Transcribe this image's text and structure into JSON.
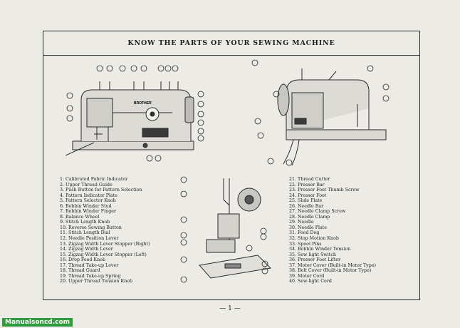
{
  "title": "KNOW THE PARTS OF YOUR SEWING MACHINE",
  "brand_label": "BROTHER",
  "parts_left": [
    "1. Calibrated Fabric Indicator",
    "2. Upper Thread Guide",
    "3. Push Button for Pattern Selection",
    "4. Pattern Indicator Plate",
    "5. Pattern Selector Knob",
    "6. Bobbin Winder Stud",
    "7. Bobbin Winder Finger",
    "8. Balance Wheel",
    "9. Stitch Length Knob",
    "10. Reverse Sewing Button",
    "11. Stitch Length Dial",
    "12. Needle Position Lever",
    "13. Zigzag Width Lever Stopper (Right)",
    "14. Zigzag Width Lever",
    "15. Zigzag Width Lever Stopper (Left)",
    "16. Drop Feed Knob",
    "17. Thread Take-up Lever",
    "18. Thread Guard",
    "19. Thread Take-up Spring",
    "20. Upper Thread Tension Knob"
  ],
  "parts_right": [
    "21. Thread Cutter",
    "22. Presser Bar",
    "23. Presser Foot Thumb Screw",
    "24. Presser Foot",
    "25. Slide Plate",
    "26. Needle Bar",
    "27. Needle Clamp Screw",
    "28. Needle Clamp",
    "29. Needle",
    "30. Needle Plate",
    "31. Feed Dog",
    "32. Stop Motion Knob",
    "33. Spool Pins",
    "34. Bobbin Winder Tension",
    "35. Sew light Switch",
    "36. Presser Foot Lifter",
    "37. Motor Cover (Built-in Motor Type)",
    "38. Belt Cover   (Built-in Motor Type)",
    "39. Motor Cord",
    "40. Sew-light Cord"
  ],
  "page_number": "— 1 —",
  "watermark": "Manualsoncd.com"
}
